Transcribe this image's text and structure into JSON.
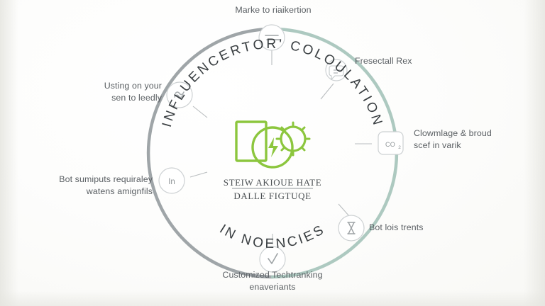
{
  "diagram": {
    "title_arc_top": "INFLUENCERTOR' COLOULATION",
    "title_arc_bottom": "IN NOENCIES",
    "center": {
      "logo_name": "energy-gear-logo",
      "caption_line1": "STEIW AKIOUE HATE",
      "caption_line2": "DALLE FIGTUQE"
    },
    "colors": {
      "accent_green": "#8cc63e",
      "ring_gray": "#9aa0a3",
      "ring_teal": "#a9c6bd",
      "text_gray": "#5a5f63",
      "node_stroke": "#c9cdcf",
      "background": "#fdfdfc"
    },
    "nodes": [
      {
        "id": "node-top",
        "icon": "equals-lines-icon",
        "icon_text": "=",
        "label": "Marke to riaikertion",
        "label_align": "center"
      },
      {
        "id": "node-upper-right",
        "icon": "speech-bubble-icon",
        "icon_text": "⋯",
        "label": "Fresectall Rex",
        "label_align": "left"
      },
      {
        "id": "node-right",
        "icon": "co2-badge-icon",
        "icon_text": "CO₂",
        "label": "Clowmlage & broud\nscef in varik",
        "label_align": "left"
      },
      {
        "id": "node-lower-right",
        "icon": "hourglass-icon",
        "icon_text": "⧖",
        "label": "Bot lois trents",
        "label_align": "left"
      },
      {
        "id": "node-bottom",
        "icon": "checkmark-icon",
        "icon_text": "✓",
        "label": "Customized Techtranking\nenaveriants",
        "label_align": "center"
      },
      {
        "id": "node-left",
        "icon": "linkedin-in-icon",
        "icon_text": "In",
        "label": "Bot sumiputs requiraley\nwatens amignfils",
        "label_align": "right"
      },
      {
        "id": "node-upper-left",
        "icon": "sparkle-scribble-icon",
        "icon_text": "✿",
        "label": "Usting on your\nsen to leedly",
        "label_align": "right"
      }
    ]
  }
}
